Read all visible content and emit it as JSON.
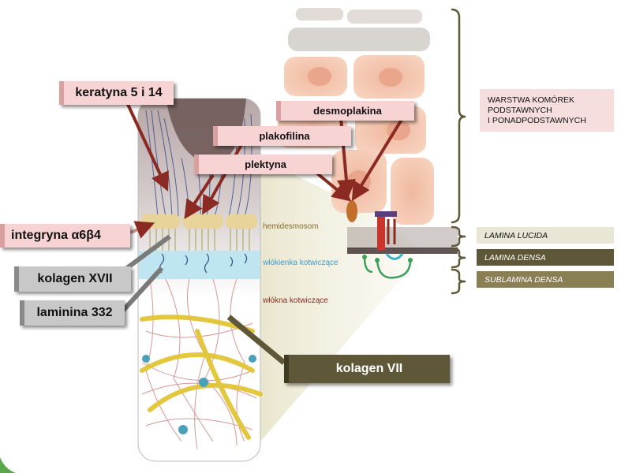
{
  "callouts": {
    "keratin": "keratyna 5 i 14",
    "desmoplakin": "desmoplakina",
    "plakophilin": "plakofilina",
    "plectin": "plektyna",
    "integrin": "integryna α6β4",
    "collagen17": "kolagen XVII",
    "laminin": "laminina 332",
    "collagen7": "kolagen VII"
  },
  "inline_labels": {
    "hemidesmosome": "hemidesmosom",
    "anchoring_filaments": "włókienka kotwiczące",
    "anchoring_fibrils": "włókna kotwiczące"
  },
  "layers": {
    "cell_layers_line1": "WARSTWA KOMÓREK",
    "cell_layers_line2": "PODSTAWNYCH",
    "cell_layers_line3": "I PONADPODSTAWNYCH",
    "lamina_lucida": "LAMINA LUCIDA",
    "lamina_densa": "LAMINA DENSA",
    "sublamina_densa": "SUBLAMINA DENSA"
  },
  "colors": {
    "pink_label": "#f7d3d3",
    "grey_label": "#c8c8c8",
    "olive_label": "#5f5838",
    "arrow_red": "#8b2a22",
    "lucida_bar": "#e9e6d6",
    "densa_bar": "#5f5838",
    "sublamina_bar": "#8a7f54",
    "hemidesmosome_text": "#8a6a2e",
    "filaments_text": "#3a9fd6",
    "fibrils_text": "#8b2a22"
  }
}
